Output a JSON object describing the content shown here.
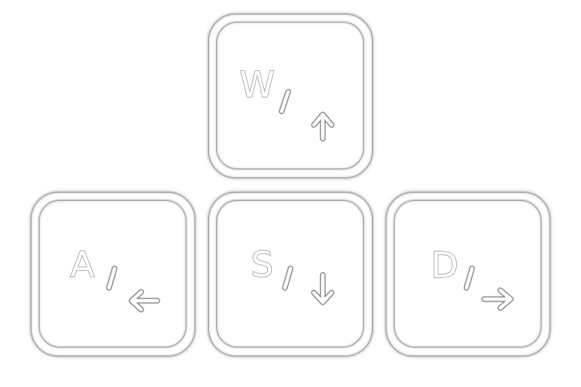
{
  "keys": [
    {
      "id": "w",
      "letter": "W",
      "separator": "/",
      "arrow": "up"
    },
    {
      "id": "a",
      "letter": "A",
      "separator": "/",
      "arrow": "left"
    },
    {
      "id": "s",
      "letter": "S",
      "separator": "/",
      "arrow": "down"
    },
    {
      "id": "d",
      "letter": "D",
      "separator": "/",
      "arrow": "right"
    }
  ],
  "colors": {
    "background": "#ffffff",
    "outline": "#8a8a8a",
    "key_face": "#ffffff"
  }
}
